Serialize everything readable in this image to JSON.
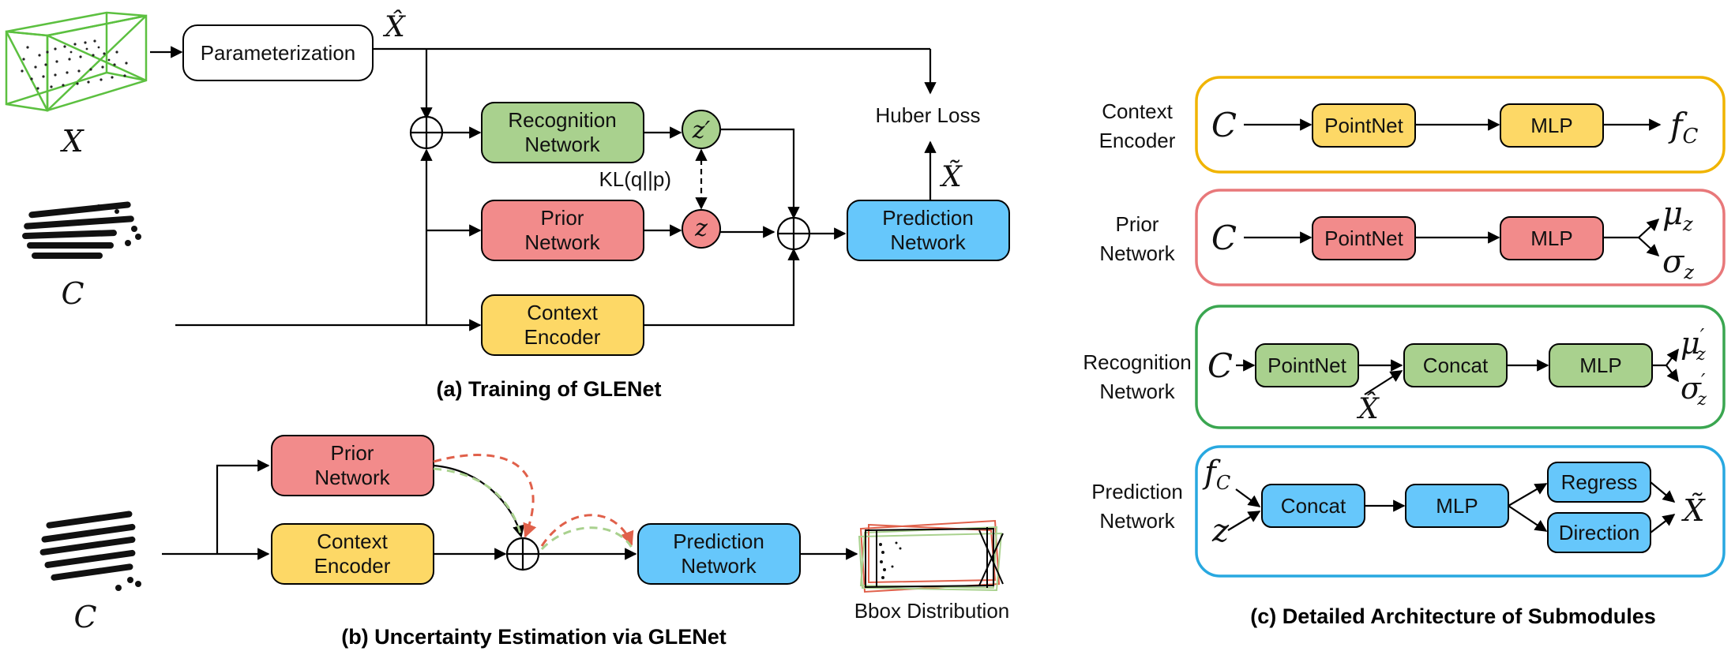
{
  "panel_a": {
    "caption": "(a) Training of GLENet",
    "parameterization": "Parameterization",
    "xhat": "X̂",
    "x": "X",
    "c": "C",
    "recognition": [
      "Recognition",
      "Network"
    ],
    "prior": [
      "Prior",
      "Network"
    ],
    "context": [
      "Context",
      "Encoder"
    ],
    "prediction": [
      "Prediction",
      "Network"
    ],
    "zprime": "z′",
    "z": "z",
    "kl": "KL(q||p)",
    "huber": "Huber Loss",
    "xtilde": "X̃"
  },
  "panel_b": {
    "caption": "(b) Uncertainty Estimation via GLENet",
    "c": "C",
    "prior": [
      "Prior",
      "Network"
    ],
    "context": [
      "Context",
      "Encoder"
    ],
    "prediction": [
      "Prediction",
      "Network"
    ],
    "bbox": "Bbox Distribution"
  },
  "panel_c": {
    "caption": "(c) Detailed Architecture of Submodules",
    "context_label": [
      "Context",
      "Encoder"
    ],
    "prior_label": [
      "Prior",
      "Network"
    ],
    "recognition_label": [
      "Recognition",
      "Network"
    ],
    "prediction_label": [
      "Prediction",
      "Network"
    ],
    "pointnet": "PointNet",
    "mlp": "MLP",
    "concat": "Concat",
    "regress": "Regress",
    "direction": "Direction",
    "c": "C",
    "fc": "f",
    "fc_sub": "C",
    "mu": "μ",
    "sigma": "σ",
    "sub_z": "z",
    "prime": "′",
    "xhat": "X̂",
    "xtilde": "X̃",
    "z": "z"
  },
  "colors": {
    "green": "#a9d18e",
    "red": "#f28b8b",
    "yellow": "#fdd866",
    "blue": "#66c7fb",
    "border_yellow": "#f0b400",
    "border_red": "#e8787a",
    "border_green": "#3aa650",
    "border_blue": "#28a8e0",
    "cuboid_green": "#5cc040"
  }
}
